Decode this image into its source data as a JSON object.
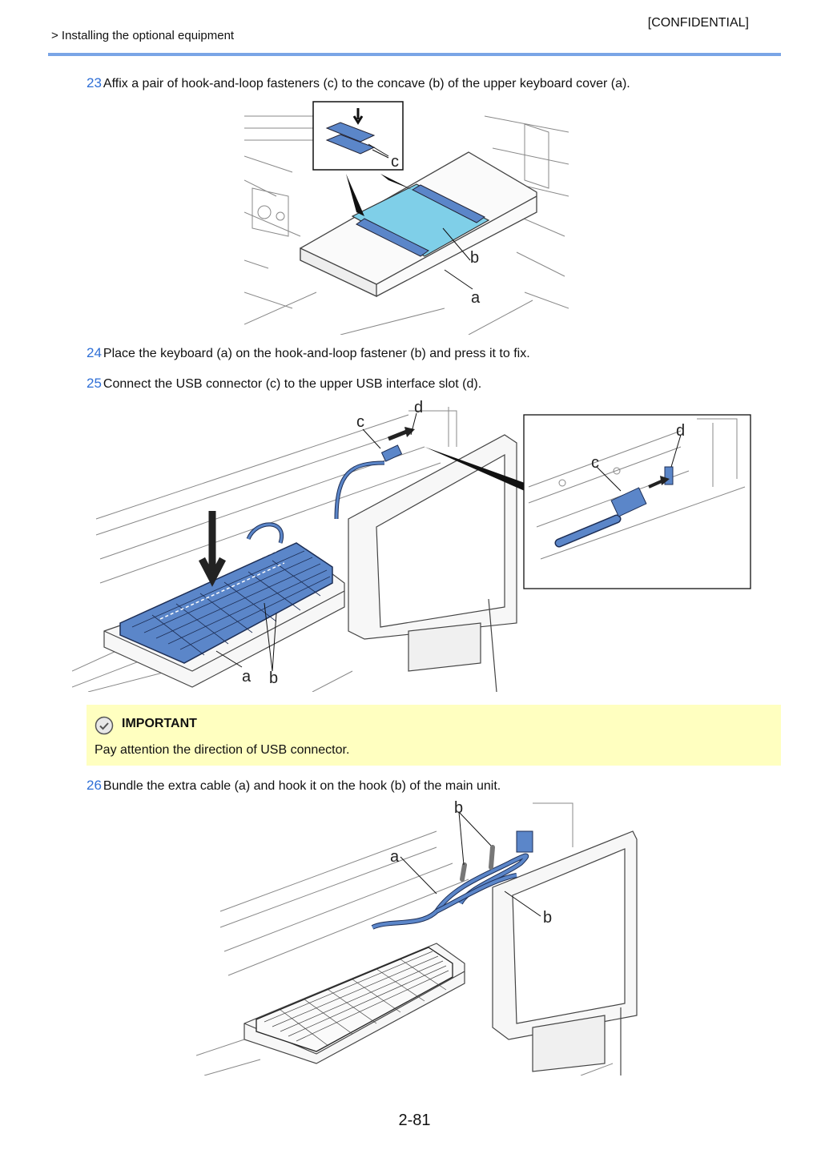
{
  "header": {
    "confidential": "[CONFIDENTIAL]",
    "breadcrumb": "> Installing the optional equipment"
  },
  "steps": [
    {
      "number": "23",
      "text": "Affix a pair of hook-and-loop fasteners (c) to the concave (b) of the upper keyboard cover (a)."
    },
    {
      "number": "24",
      "text": "Place the keyboard (a) on the hook-and-loop fastener (b) and press it to fix."
    },
    {
      "number": "25",
      "text": "Connect the USB connector (c) to the upper USB interface slot (d)."
    },
    {
      "number": "26",
      "text": "Bundle the extra cable (a) and hook it on the hook (b) of the main unit."
    }
  ],
  "figures": {
    "fig23": {
      "labels": {
        "a": "a",
        "b": "b",
        "c": "c"
      }
    },
    "fig25": {
      "labels": {
        "a": "a",
        "b": "b",
        "c": "c",
        "d": "d",
        "inset_c": "c",
        "inset_d": "d"
      }
    },
    "fig26": {
      "labels": {
        "a": "a",
        "b1": "b",
        "b2": "b"
      }
    }
  },
  "important": {
    "title": "IMPORTANT",
    "body": "Pay attention the direction of USB connector.",
    "icon": "check-circle-icon"
  },
  "footer": {
    "page_number": "2-81"
  },
  "colors": {
    "accent_rule": "#7aa5e6",
    "step_number": "#2f6fd6",
    "important_bg": "#ffffc0",
    "fastener_blue": "#5b86c9",
    "concave_cyan": "#7fcfe8"
  }
}
